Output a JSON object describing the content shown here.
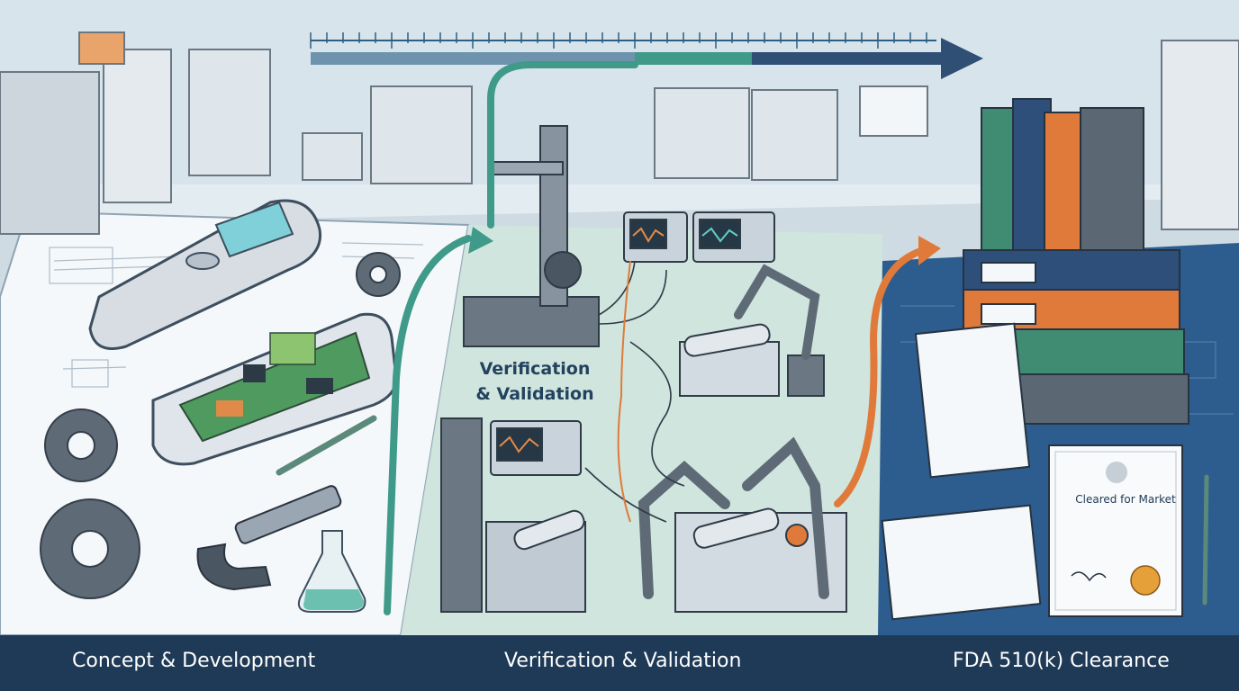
{
  "stages": [
    {
      "label": "Concept & Development"
    },
    {
      "label": "Verification & Validation"
    },
    {
      "label": "FDA 510(k) Clearance"
    }
  ],
  "center_caption": {
    "line1": "Verification",
    "line2": "& Validation"
  },
  "certificate": {
    "text": "Cleared for Market"
  },
  "colors": {
    "banner": "#1f3a56",
    "concept_zone": "#f3f6f8",
    "vv_zone": "#cfe5dc",
    "fda_zone": "#2b5a8c",
    "teal_arrow": "#3f9a8a",
    "orange_arrow": "#e07a3a",
    "timeline": "#2f5f80"
  }
}
